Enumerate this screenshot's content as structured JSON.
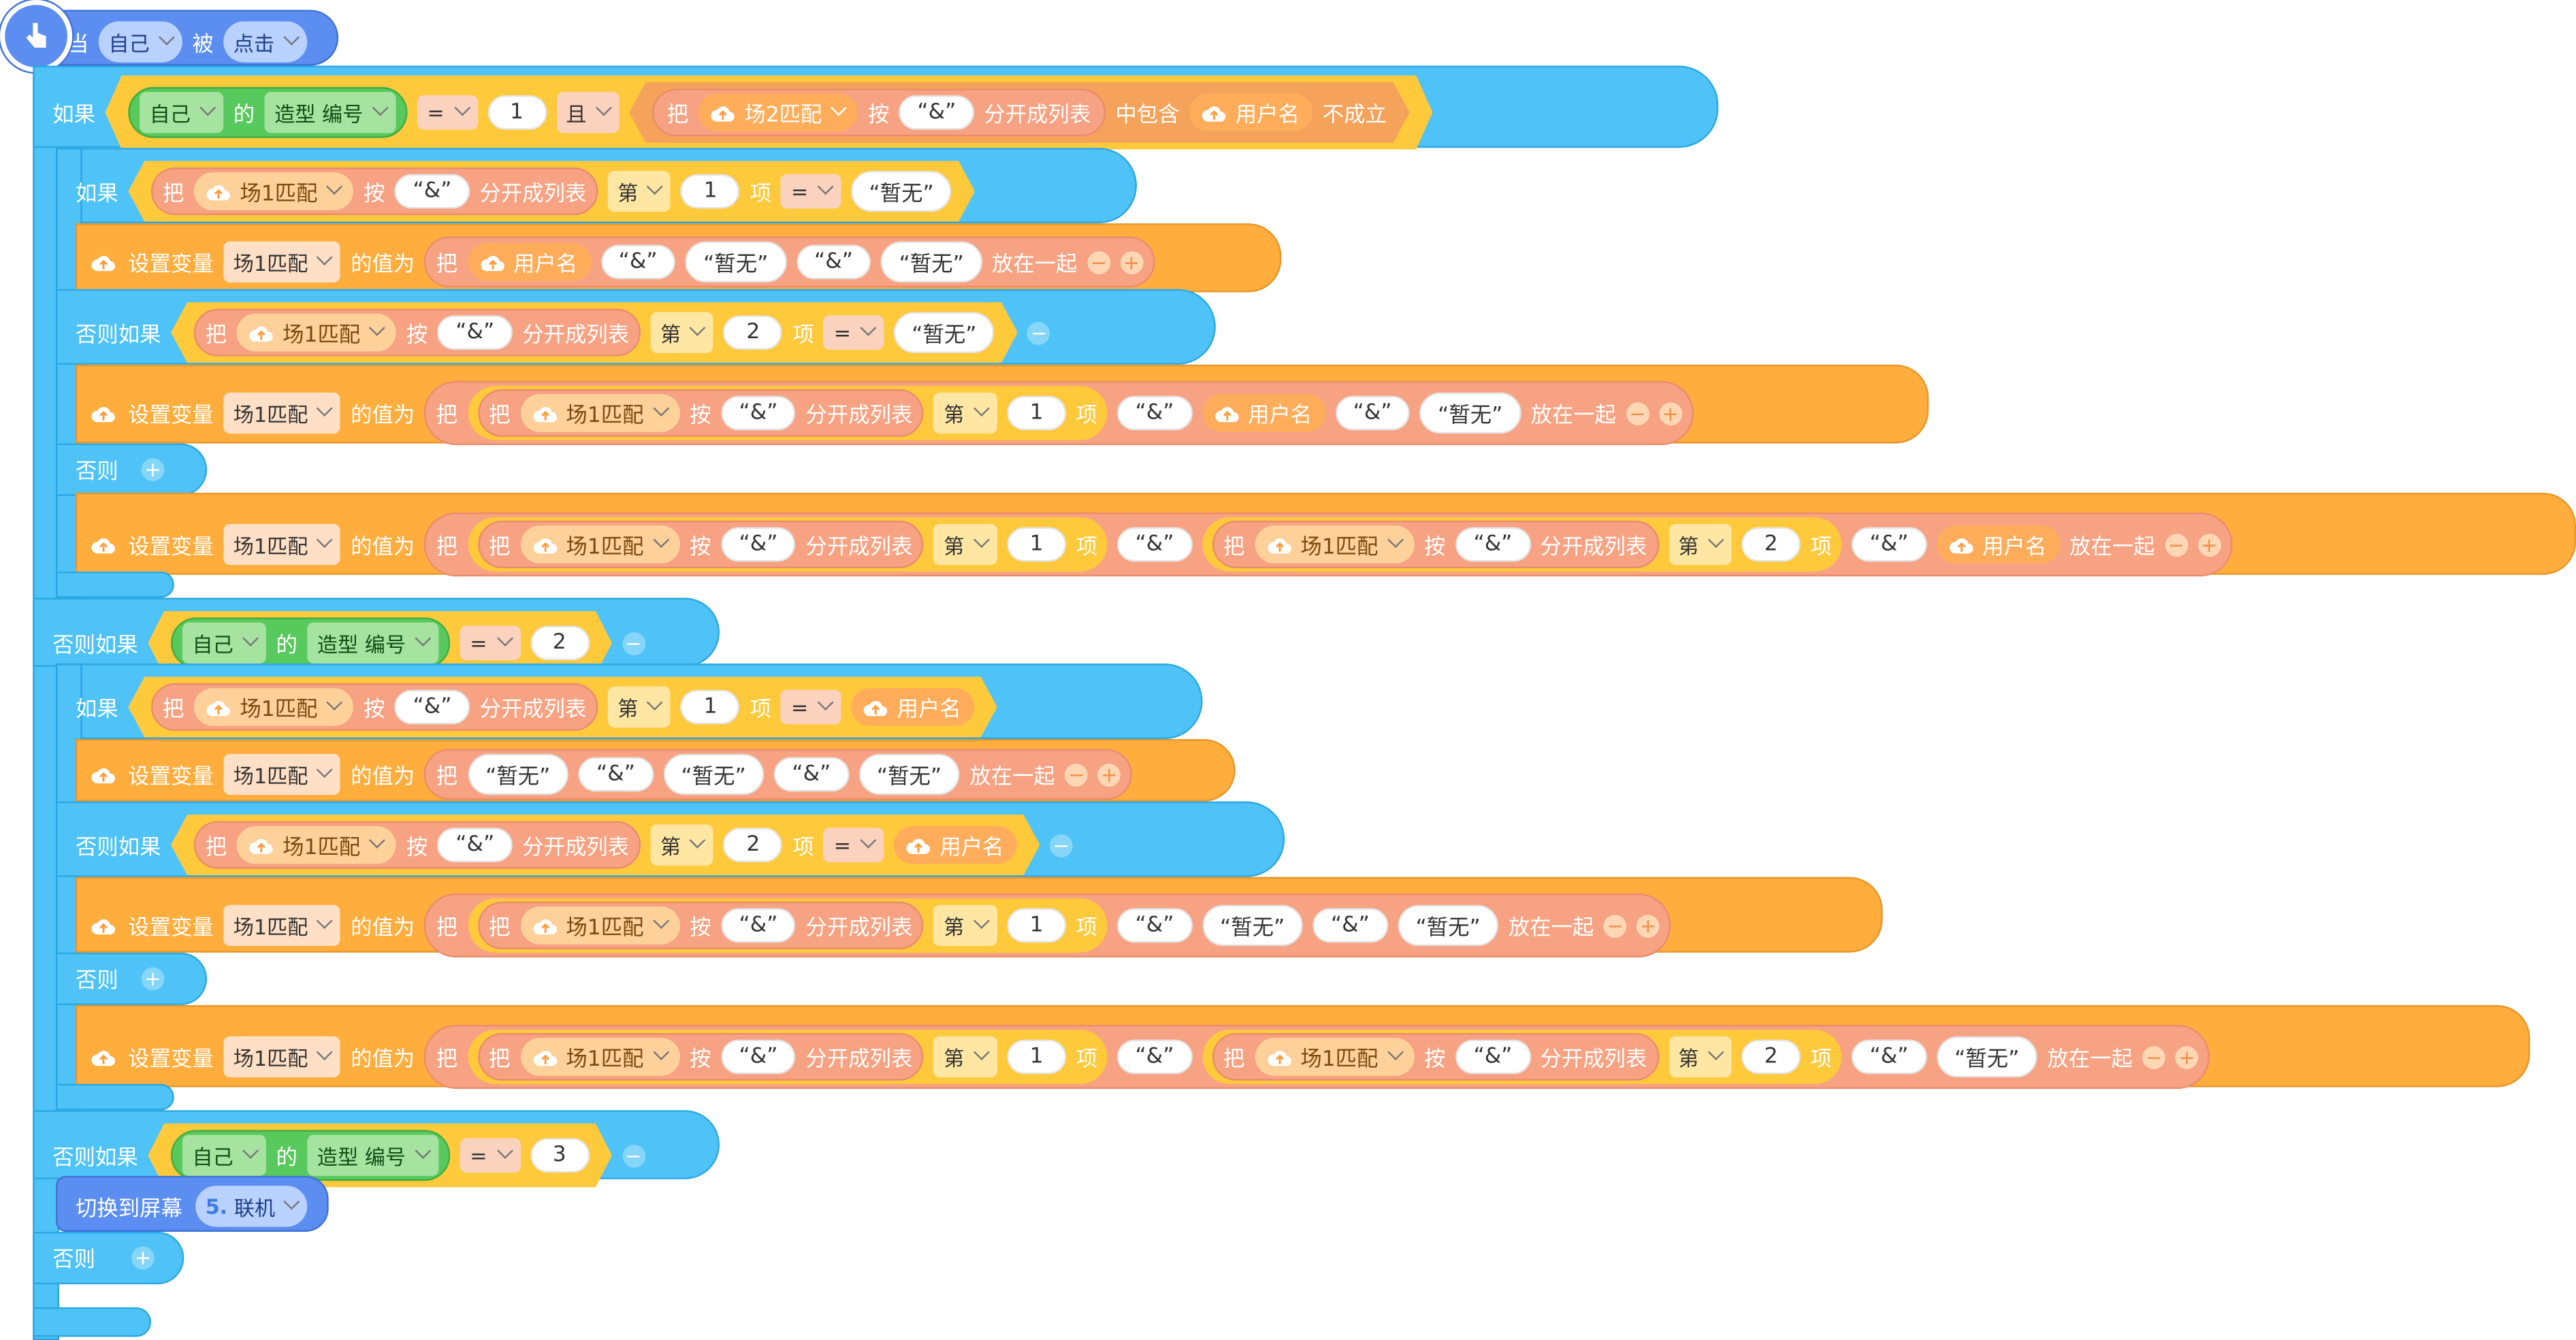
{
  "hat": {
    "when": "当",
    "self": "自己",
    "by": "被",
    "clicked": "点击"
  },
  "labels": {
    "if": "如果",
    "elif": "否则如果",
    "else": "否则",
    "of": "的",
    "shape_no": "造型 编号",
    "and": "且",
    "not_hold": "不成立",
    "take": "把",
    "by": "按",
    "split": "分开成列表",
    "contains": "中包含",
    "nth": "第",
    "item": "项",
    "set_var": "设置变量",
    "value_is": "的值为",
    "join": "放在一起",
    "eq": "=",
    "amp": "“&”",
    "none": "“暂无”"
  },
  "vars": {
    "m1": "场1匹配",
    "m2": "场2匹配",
    "user": "用户名"
  },
  "nums": {
    "one": "1",
    "two": "2",
    "three": "3"
  },
  "switch": {
    "label": "切换到屏幕",
    "num": "5.",
    "name": "联机"
  },
  "icons": [
    "hand-pointer-icon",
    "cloud-icon",
    "plus-icon",
    "minus-icon",
    "chevron-down-icon"
  ]
}
